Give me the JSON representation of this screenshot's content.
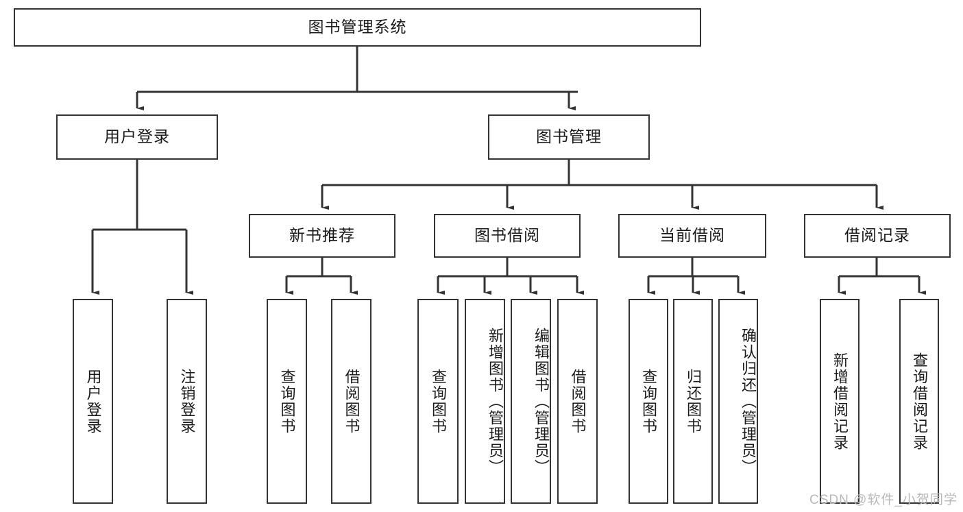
{
  "diagram": {
    "title": "图书管理系统",
    "type": "hierarchy-tree",
    "root": {
      "id": "root",
      "label": "图书管理系统",
      "orientation": "horizontal"
    },
    "level2": [
      {
        "id": "user-login",
        "label": "用户登录",
        "orientation": "horizontal"
      },
      {
        "id": "book-manage",
        "label": "图书管理",
        "orientation": "horizontal"
      }
    ],
    "level3": [
      {
        "id": "new-book-recommend",
        "label": "新书推荐",
        "orientation": "horizontal"
      },
      {
        "id": "book-borrow",
        "label": "图书借阅",
        "orientation": "horizontal"
      },
      {
        "id": "current-borrow",
        "label": "当前借阅",
        "orientation": "horizontal"
      },
      {
        "id": "borrow-record",
        "label": "借阅记录",
        "orientation": "horizontal"
      }
    ],
    "leaves": {
      "user-login": [
        {
          "id": "leaf-user-login",
          "label": "用户登录",
          "orientation": "vertical"
        },
        {
          "id": "leaf-logout",
          "label": "注销登录",
          "orientation": "vertical"
        }
      ],
      "new-book-recommend": [
        {
          "id": "leaf-query-book-1",
          "label": "查询图书",
          "orientation": "vertical"
        },
        {
          "id": "leaf-borrow-book-1",
          "label": "借阅图书",
          "orientation": "vertical"
        }
      ],
      "book-borrow": [
        {
          "id": "leaf-query-book-2",
          "label": "查询图书",
          "orientation": "vertical"
        },
        {
          "id": "leaf-add-book",
          "label": "新增图书（管理员）",
          "orientation": "vertical"
        },
        {
          "id": "leaf-edit-book",
          "label": "编辑图书（管理员）",
          "orientation": "vertical"
        },
        {
          "id": "leaf-borrow-book-2",
          "label": "借阅图书",
          "orientation": "vertical"
        }
      ],
      "current-borrow": [
        {
          "id": "leaf-query-book-3",
          "label": "查询图书",
          "orientation": "vertical"
        },
        {
          "id": "leaf-return-book",
          "label": "归还图书",
          "orientation": "vertical"
        },
        {
          "id": "leaf-confirm-return",
          "label": "确认归还（管理员）",
          "orientation": "vertical"
        }
      ],
      "borrow-record": [
        {
          "id": "leaf-add-record",
          "label": "新增借阅记录",
          "orientation": "vertical"
        },
        {
          "id": "leaf-query-record",
          "label": "查询借阅记录",
          "orientation": "vertical"
        }
      ]
    },
    "watermark": "CSDN @软件_小贺同学",
    "colors": {
      "stroke": "#333333",
      "fill": "#ffffff",
      "text": "#1a1a1a",
      "watermark": "#b9b9b9"
    }
  }
}
